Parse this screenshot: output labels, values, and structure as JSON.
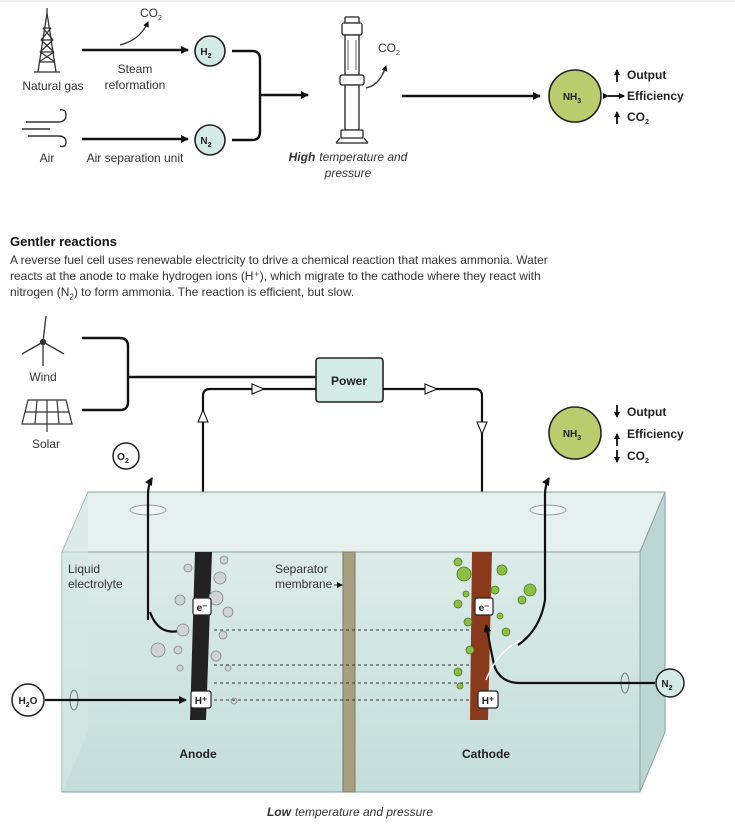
{
  "top": {
    "natural_gas": "Natural gas",
    "steam_reformation_1": "Steam",
    "steam_reformation_2": "reformation",
    "air": "Air",
    "air_separation": "Air separation unit",
    "h2": "H",
    "h2_sub": "2",
    "n2": "N",
    "n2_sub": "2",
    "co2": "CO",
    "co2_sub": "2",
    "reactor_caption_bold": "High",
    "reactor_caption_1": "temperature and",
    "reactor_caption_2": "pressure",
    "nh3": "NH",
    "nh3_sub": "3",
    "output": "Output",
    "efficiency": "Efficiency",
    "co2_metric": "CO"
  },
  "section": {
    "title": "Gentler reactions",
    "body_1": "A reverse fuel cell uses renewable electricity to drive a chemical reaction that makes ammonia. Water reacts at the anode to make hydrogen ions (H⁺), which migrate to the cathode where they react with nitrogen (N",
    "body_sub": "2",
    "body_2": ") to form ammonia. The reaction is efficient, but slow."
  },
  "bottom": {
    "wind": "Wind",
    "solar": "Solar",
    "power": "Power",
    "o2": "O",
    "o2_sub": "2",
    "nh3": "NH",
    "nh3_sub": "3",
    "output": "Output",
    "efficiency": "Efficiency",
    "co2_metric": "CO",
    "co2_sub": "2",
    "liquid_1": "Liquid",
    "liquid_2": "electrolyte",
    "separator_1": "Separator",
    "separator_2": "membrane",
    "electron": "e⁻",
    "proton": "H⁺",
    "h2o": "H",
    "h2o_sub": "2",
    "h2o_end": "O",
    "n2": "N",
    "n2_sub": "2",
    "anode": "Anode",
    "cathode": "Cathode",
    "caption_bold": "Low",
    "caption_rest": "temperature and pressure"
  },
  "colors": {
    "h2_circle": "#d4eae4",
    "nh3_circle": "#b9cc6e",
    "power_box": "#d4eae4",
    "water": "#cfe5e2",
    "membrane": "#a89f82",
    "cathode": "#8a3a1c",
    "anode": "#222222",
    "green_bubble": "#8cbf4a"
  }
}
